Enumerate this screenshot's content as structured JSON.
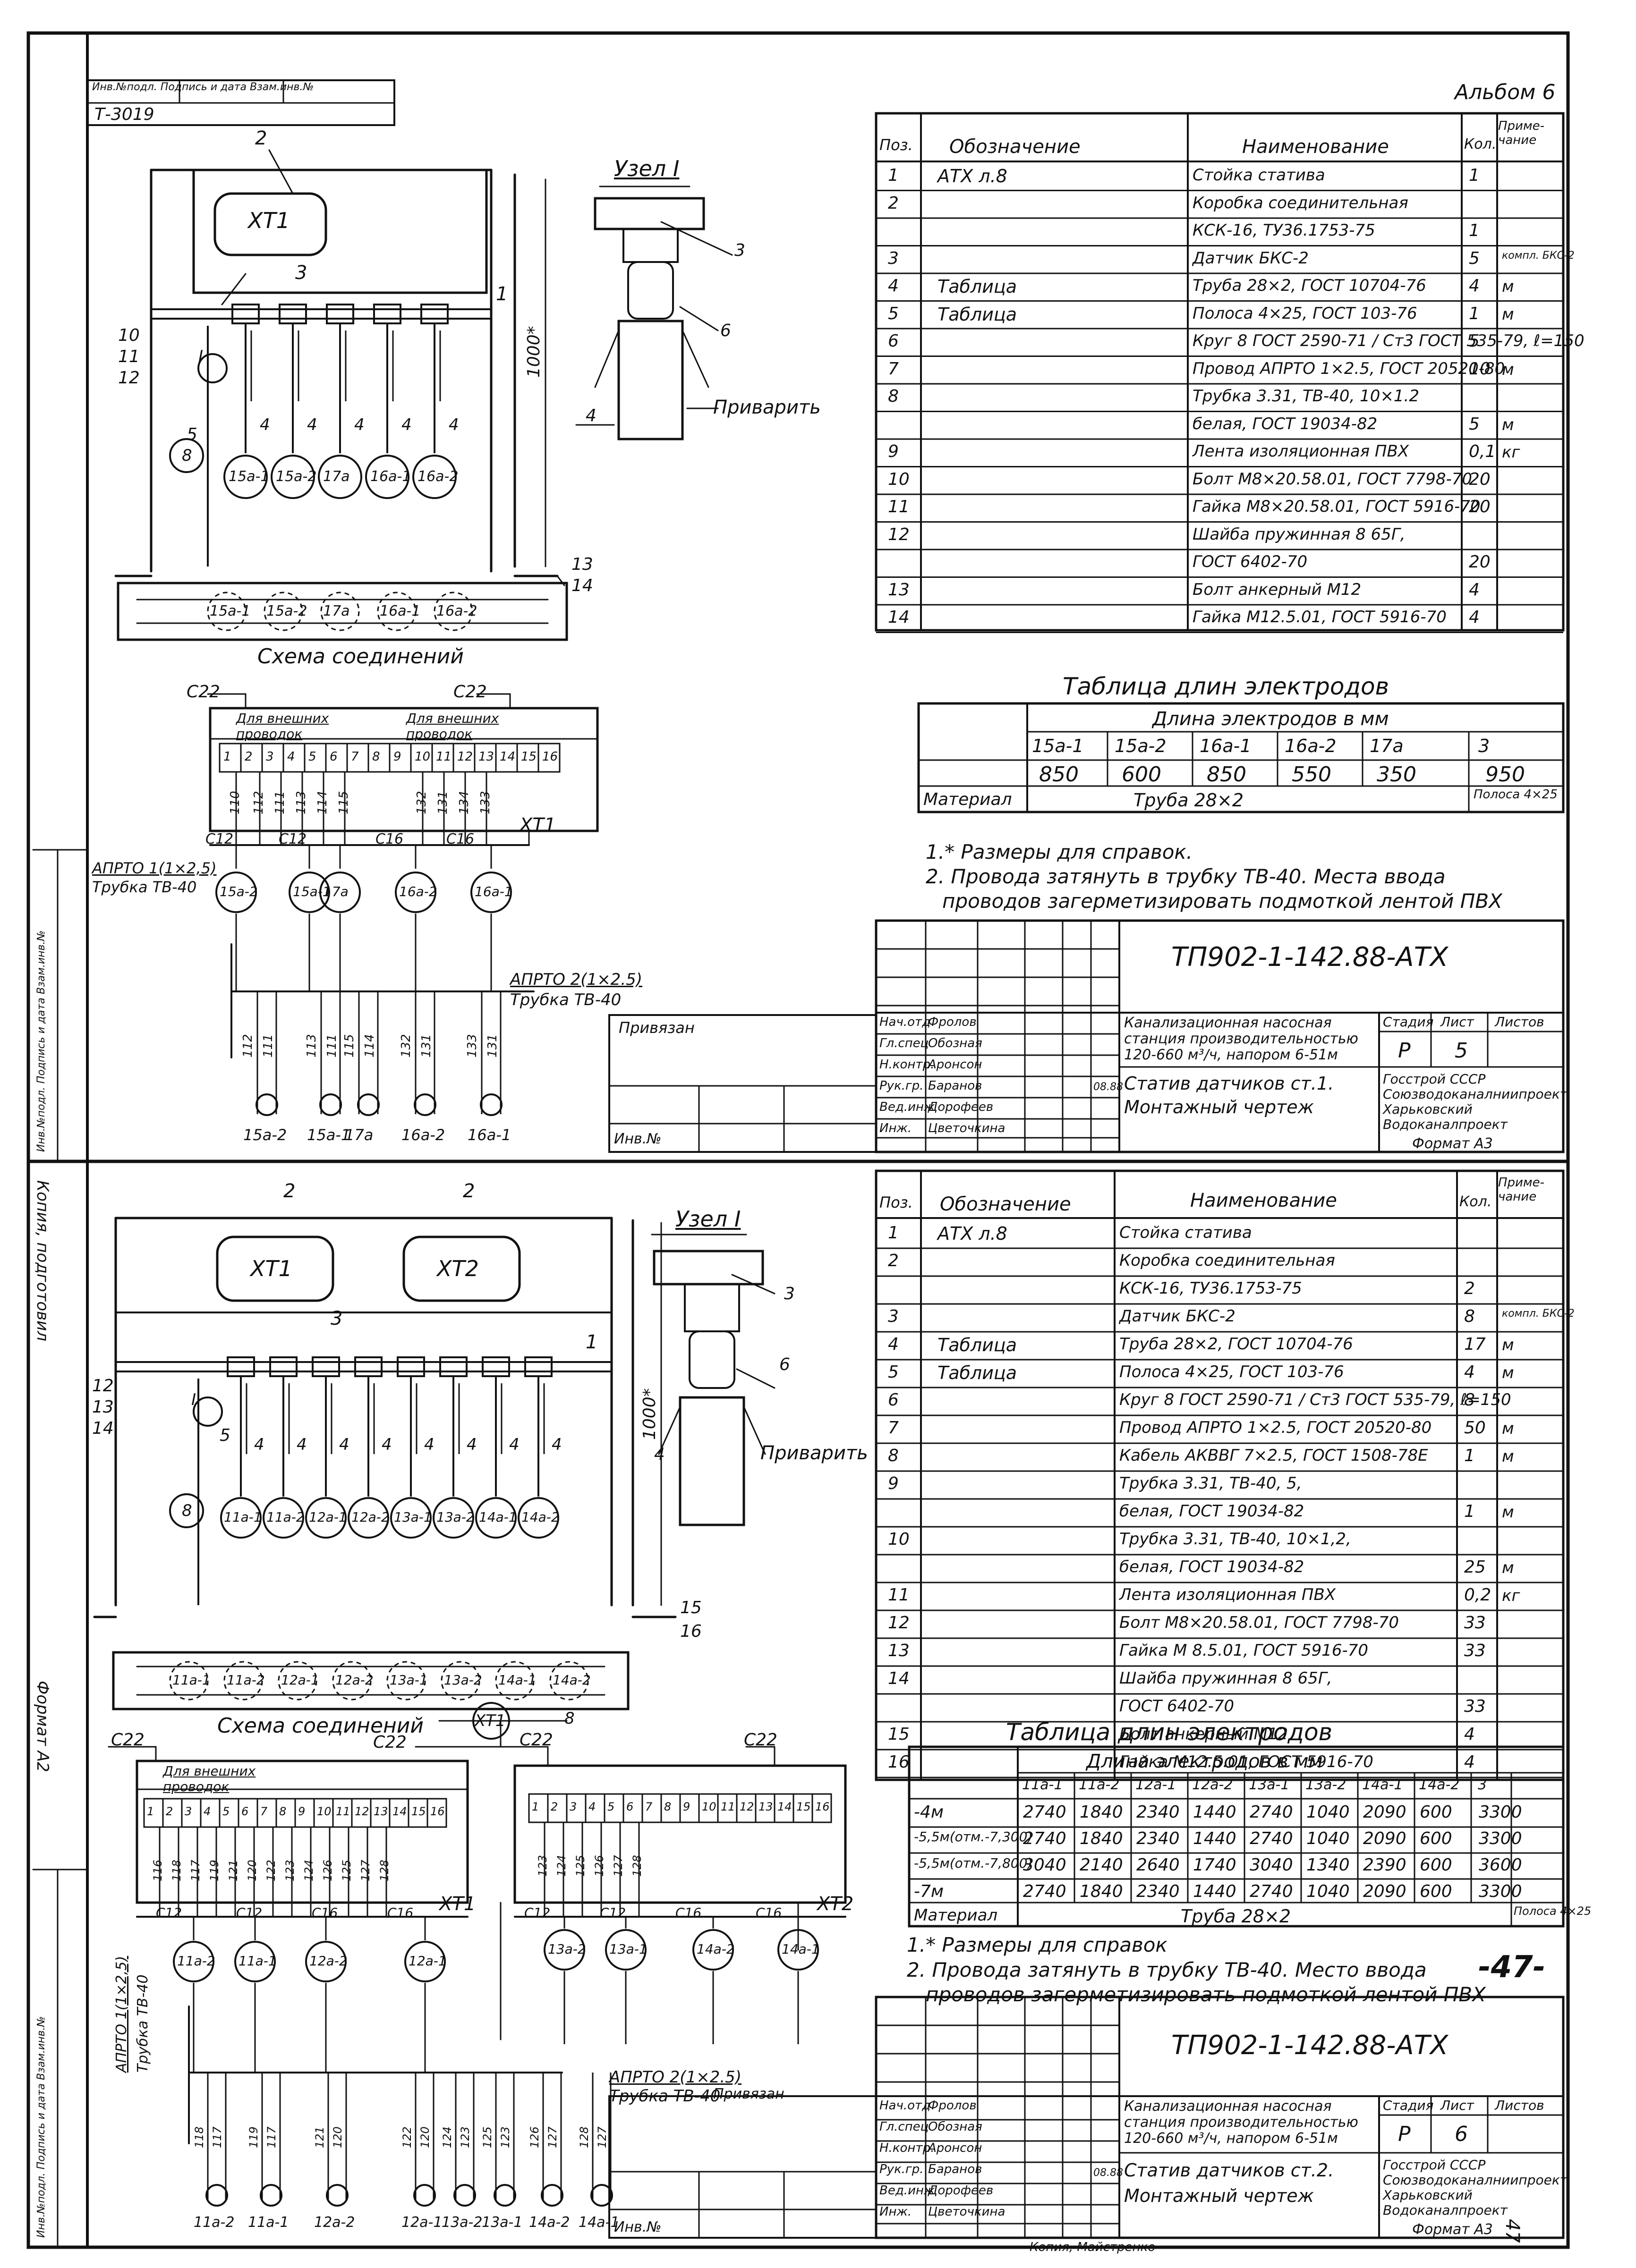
{
  "album": "Альбом 6",
  "sheet_code": "Т-3019",
  "margin_header": "Инв.№подл. Подпись и дата Взам.инв.№",
  "page_number_stamp": "-47-",
  "side_page": "47",
  "side_labels": {
    "kopiya": "Копия, подготовил",
    "format": "Формат А2",
    "inv_top": "Инв.№подл. Подпись и дата Взам.инв.№",
    "inv_bottom": "Инв.№подл. Подпись и дата Взам.инв.№"
  },
  "sheet1": {
    "node_title": "Узел I",
    "weld_note": "Приварить",
    "schema_title": "Схема соединений",
    "dim_1000": "1000*",
    "box_xt1": "XT1",
    "sensors": [
      "15а-1",
      "15а-2",
      "17а",
      "16а-1",
      "16а-2"
    ],
    "bar_sensors": [
      "15а-1",
      "15а-2",
      "17а",
      "16а-1",
      "16а-2"
    ],
    "spec_header": {
      "pos": "Поз.",
      "designation": "Обозначение",
      "name": "Наименование",
      "qty": "Кол.",
      "note": "Приме-чание"
    },
    "spec_rows": [
      {
        "pos": "1",
        "des": "АТХ л.8",
        "name": "Стойка статива",
        "qty": "1",
        "note": ""
      },
      {
        "pos": "2",
        "des": "",
        "name": "Коробка соединительная",
        "qty": "",
        "note": ""
      },
      {
        "pos": "",
        "des": "",
        "name": "КСК-16, ТУ36.1753-75",
        "qty": "1",
        "note": ""
      },
      {
        "pos": "3",
        "des": "",
        "name": "Датчик БКС-2",
        "qty": "5",
        "note": "компл. БКС-2"
      },
      {
        "pos": "4",
        "des": "Таблица",
        "name": "Труба 28×2, ГОСТ 10704-76",
        "qty": "4",
        "note": "м"
      },
      {
        "pos": "5",
        "des": "Таблица",
        "name": "Полоса 4×25, ГОСТ 103-76",
        "qty": "1",
        "note": "м"
      },
      {
        "pos": "6",
        "des": "",
        "name": "Круг 8 ГОСТ 2590-71 / Ст3 ГОСТ 535-79, ℓ=150",
        "qty": "5",
        "note": ""
      },
      {
        "pos": "7",
        "des": "",
        "name": "Провод АПРТО 1×2.5, ГОСТ 20520-80",
        "qty": "10",
        "note": "м"
      },
      {
        "pos": "8",
        "des": "",
        "name": "Трубка 3.31, ТВ-40, 10×1.2",
        "qty": "",
        "note": ""
      },
      {
        "pos": "",
        "des": "",
        "name": "белая, ГОСТ 19034-82",
        "qty": "5",
        "note": "м"
      },
      {
        "pos": "9",
        "des": "",
        "name": "Лента изоляционная ПВХ",
        "qty": "0,1",
        "note": "кг"
      },
      {
        "pos": "10",
        "des": "",
        "name": "Болт М8×20.58.01, ГОСТ 7798-70",
        "qty": "20",
        "note": ""
      },
      {
        "pos": "11",
        "des": "",
        "name": "Гайка М8×20.58.01, ГОСТ 5916-70",
        "qty": "20",
        "note": ""
      },
      {
        "pos": "12",
        "des": "",
        "name": "Шайба пружинная 8 65Г,",
        "qty": "",
        "note": ""
      },
      {
        "pos": "",
        "des": "",
        "name": "ГОСТ 6402-70",
        "qty": "20",
        "note": ""
      },
      {
        "pos": "13",
        "des": "",
        "name": "Болт анкерный М12",
        "qty": "4",
        "note": ""
      },
      {
        "pos": "14",
        "des": "",
        "name": "Гайка М12.5.01, ГОСТ 5916-70",
        "qty": "4",
        "note": ""
      }
    ],
    "electrode_table": {
      "title": "Таблица длин электродов",
      "subheader": "Длина электродов в мм",
      "cols": [
        "15а-1",
        "15а-2",
        "16а-1",
        "16а-2",
        "17а",
        "3"
      ],
      "values": [
        "850",
        "600",
        "850",
        "550",
        "350",
        "950"
      ],
      "material_label": "Материал",
      "material": "Труба 28×2",
      "material_last": "Полоса 4×25"
    },
    "notes": [
      "1.* Размеры для справок.",
      "2. Провода затянуть в трубку ТВ-40. Места ввода",
      "проводов загерметизировать подмоткой лентой ПВХ"
    ],
    "title_block": {
      "code": "ТП902-1-142.88-АТХ",
      "project": "Канализационная насосная станция производительностью 120-660 м³/ч, напором 6-51м",
      "sheet_name": "Статив датчиков ст.1. Монтажный чертеж",
      "stage_label": "Стадия",
      "sheet_label": "Лист",
      "sheets_label": "Листов",
      "stage": "Р",
      "sheet": "5",
      "org": "Госстрой СССР Союзводоканалниипроект Харьковский Водоканалпроект",
      "format": "Формат А3",
      "privyazan": "Привязан",
      "inv": "Инв.№",
      "date": "08.88",
      "roles": [
        {
          "role": "Нач.отд",
          "name": "Фролов"
        },
        {
          "role": "Гл.спец",
          "name": "Обозная"
        },
        {
          "role": "Н.контр.",
          "name": "Аронсон"
        },
        {
          "role": "Рук.гр.",
          "name": "Баранов"
        },
        {
          "role": "Вед.инж",
          "name": "Дорофеев"
        },
        {
          "role": "Инж.",
          "name": "Цветочкина"
        }
      ]
    },
    "wiring": {
      "terminals": [
        "1",
        "2",
        "3",
        "4",
        "5",
        "6",
        "7",
        "8",
        "9",
        "10",
        "11",
        "12",
        "13",
        "14",
        "15",
        "16"
      ],
      "c22_left": "С22",
      "c22_right": "С22",
      "ext_left": "Для внешних проводок",
      "ext_right": "Для внешних проводок",
      "wire_nums": [
        "110",
        "112",
        "111",
        "113",
        "114",
        "115",
        "132",
        "131",
        "134",
        "133"
      ],
      "glands": [
        "С12",
        "С12",
        "С16",
        "С16"
      ],
      "xt1": "XT1",
      "cable_left": "АПРТО 1(1×2,5)",
      "tube_left": "Трубка ТВ-40",
      "cable_right": "АПРТО 2(1×2.5)",
      "tube_right": "Трубка ТВ-40",
      "sensor_circles": [
        "15а-2",
        "15а-1",
        "17а",
        "16а-2",
        "16а-1"
      ],
      "bottom_labels": [
        "15а-2",
        "15а-1",
        "17а",
        "16а-2",
        "16а-1"
      ],
      "bottom_wires": [
        [
          "112",
          "111"
        ],
        [
          "113",
          "111"
        ],
        [
          "115",
          "114"
        ],
        [
          "132",
          "131"
        ],
        [
          "133",
          "131"
        ]
      ]
    }
  },
  "sheet2": {
    "node_title": "Узел I",
    "weld_note": "Приварить",
    "schema_title": "Схема соединений",
    "dim_1000": "1000*",
    "box_xt1": "XT1",
    "box_xt2": "XT2",
    "sensors": [
      "11а-1",
      "11а-2",
      "12а-1",
      "12а-2",
      "13а-1",
      "13а-2",
      "14а-1",
      "14а-2"
    ],
    "bar_sensors": [
      "11а-1",
      "11а-2",
      "12а-1",
      "12а-2",
      "13а-1",
      "13а-2",
      "14а-1",
      "14а-2"
    ],
    "spec_header": {
      "pos": "Поз.",
      "designation": "Обозначение",
      "name": "Наименование",
      "qty": "Кол.",
      "note": "Приме-чание"
    },
    "spec_rows": [
      {
        "pos": "1",
        "des": "АТХ л.8",
        "name": "Стойка статива",
        "qty": "",
        "note": ""
      },
      {
        "pos": "2",
        "des": "",
        "name": "Коробка соединительная",
        "qty": "",
        "note": ""
      },
      {
        "pos": "",
        "des": "",
        "name": "КСК-16, ТУ36.1753-75",
        "qty": "2",
        "note": ""
      },
      {
        "pos": "3",
        "des": "",
        "name": "Датчик БКС-2",
        "qty": "8",
        "note": "компл. БКС-2"
      },
      {
        "pos": "4",
        "des": "Таблица",
        "name": "Труба 28×2, ГОСТ 10704-76",
        "qty": "17",
        "note": "м"
      },
      {
        "pos": "5",
        "des": "Таблица",
        "name": "Полоса 4×25, ГОСТ 103-76",
        "qty": "4",
        "note": "м"
      },
      {
        "pos": "6",
        "des": "",
        "name": "Круг 8 ГОСТ 2590-71 / Ст3 ГОСТ 535-79, ℓ=150",
        "qty": "8",
        "note": ""
      },
      {
        "pos": "7",
        "des": "",
        "name": "Провод АПРТО 1×2.5, ГОСТ 20520-80",
        "qty": "50",
        "note": "м"
      },
      {
        "pos": "8",
        "des": "",
        "name": "Кабель АКВВГ 7×2.5, ГОСТ 1508-78Е",
        "qty": "1",
        "note": "м"
      },
      {
        "pos": "9",
        "des": "",
        "name": "Трубка 3.31, ТВ-40, 5,",
        "qty": "",
        "note": ""
      },
      {
        "pos": "",
        "des": "",
        "name": "белая, ГОСТ 19034-82",
        "qty": "1",
        "note": "м"
      },
      {
        "pos": "10",
        "des": "",
        "name": "Трубка 3.31, ТВ-40, 10×1,2,",
        "qty": "",
        "note": ""
      },
      {
        "pos": "",
        "des": "",
        "name": "белая, ГОСТ 19034-82",
        "qty": "25",
        "note": "м"
      },
      {
        "pos": "11",
        "des": "",
        "name": "Лента изоляционная ПВХ",
        "qty": "0,2",
        "note": "кг"
      },
      {
        "pos": "12",
        "des": "",
        "name": "Болт М8×20.58.01, ГОСТ 7798-70",
        "qty": "33",
        "note": ""
      },
      {
        "pos": "13",
        "des": "",
        "name": "Гайка М 8.5.01, ГОСТ 5916-70",
        "qty": "33",
        "note": ""
      },
      {
        "pos": "14",
        "des": "",
        "name": "Шайба пружинная 8 65Г,",
        "qty": "",
        "note": ""
      },
      {
        "pos": "",
        "des": "",
        "name": "ГОСТ 6402-70",
        "qty": "33",
        "note": ""
      },
      {
        "pos": "15",
        "des": "",
        "name": "Болт анкерный М12",
        "qty": "4",
        "note": ""
      },
      {
        "pos": "16",
        "des": "",
        "name": "Гайка М12.5.01, ГОСТ 5916-70",
        "qty": "4",
        "note": ""
      }
    ],
    "electrode_table": {
      "title": "Таблица длин электродов",
      "subheader": "Длина электродов в мм",
      "cols": [
        "11а-1",
        "11а-2",
        "12а-1",
        "12а-2",
        "13а-1",
        "13а-2",
        "14а-1",
        "14а-2",
        "3"
      ],
      "rows": [
        {
          "label": "-4м",
          "values": [
            "2740",
            "1840",
            "2340",
            "1440",
            "2740",
            "1040",
            "2090",
            "600",
            "3300"
          ]
        },
        {
          "label": "-5,5м(отм.-7,300)",
          "values": [
            "2740",
            "1840",
            "2340",
            "1440",
            "2740",
            "1040",
            "2090",
            "600",
            "3300"
          ]
        },
        {
          "label": "-5,5м(отм.-7,800)",
          "values": [
            "3040",
            "2140",
            "2640",
            "1740",
            "3040",
            "1340",
            "2390",
            "600",
            "3600"
          ]
        },
        {
          "label": "-7м",
          "values": [
            "2740",
            "1840",
            "2340",
            "1440",
            "2740",
            "1040",
            "2090",
            "600",
            "3300"
          ]
        }
      ],
      "material_label": "Материал",
      "material": "Труба 28×2",
      "material_last": "Полоса 4×25"
    },
    "notes": [
      "1.* Размеры для справок",
      "2. Провода затянуть в трубку ТВ-40. Место ввода",
      "проводов загерметизировать подмоткой лентой ПВХ"
    ],
    "title_block": {
      "code": "ТП902-1-142.88-АТХ",
      "project": "Канализационная насосная станция производительностью 120-660 м³/ч, напором 6-51м",
      "sheet_name": "Статив датчиков ст.2. Монтажный чертеж",
      "stage_label": "Стадия",
      "sheet_label": "Лист",
      "sheets_label": "Листов",
      "stage": "Р",
      "sheet": "6",
      "org": "Госстрой СССР Союзводоканалниипроект Харьковский Водоканалпроект",
      "format": "Формат А3",
      "privyazan": "Привязан",
      "inv": "Инв.№",
      "date": "08.88",
      "copy_note": "Копия, Майстренко",
      "roles": [
        {
          "role": "Нач.отд",
          "name": "Фролов"
        },
        {
          "role": "Гл.спец",
          "name": "Обозная"
        },
        {
          "role": "Н.контр.",
          "name": "Аронсон"
        },
        {
          "role": "Рук.гр.",
          "name": "Баранов"
        },
        {
          "role": "Вед.инж",
          "name": "Дорофеев"
        },
        {
          "role": "Инж.",
          "name": "Цветочкина"
        }
      ]
    },
    "wiring": {
      "terminals": [
        "1",
        "2",
        "3",
        "4",
        "5",
        "6",
        "7",
        "8",
        "9",
        "10",
        "11",
        "12",
        "13",
        "14",
        "15",
        "16"
      ],
      "c22": "С22",
      "xt1_circle": "XT1",
      "c22b": "С22",
      "num8": "8",
      "ext": "Для внешних проводок",
      "xt1": "XT1",
      "xt2": "XT2",
      "wire_left": [
        "116",
        "118",
        "117",
        "119",
        "121",
        "120",
        "122",
        "123",
        "124",
        "126",
        "125",
        "127",
        "128"
      ],
      "wire_right": [
        "123",
        "124",
        "125",
        "126",
        "127",
        "128"
      ],
      "glands_left": [
        "С12",
        "С12",
        "С16",
        "С16"
      ],
      "glands_right": [
        "С12",
        "С12",
        "С16",
        "С16"
      ],
      "circles_left": [
        "11а-2",
        "11а-1",
        "12а-2",
        "12а-1"
      ],
      "circles_right": [
        "13а-2",
        "13а-1",
        "14а-2",
        "14а-1"
      ],
      "cable_left": "АПРТО 1(1×2,5)",
      "tube_left": "Трубка ТВ-40",
      "cable_right": "АПРТО 2(1×2.5)",
      "tube_right": "Трубка ТВ-40",
      "bottom_labels": [
        "11а-2",
        "11а-1",
        "12а-2",
        "12а-1",
        "13а-2",
        "13а-1",
        "14а-2",
        "14а-1"
      ],
      "bottom_wires": [
        [
          "118",
          "117"
        ],
        [
          "119",
          "117"
        ],
        [
          "121",
          "120"
        ],
        [
          "122",
          "120"
        ],
        [
          "124",
          "123"
        ],
        [
          "125",
          "123"
        ],
        [
          "126",
          "127"
        ],
        [
          "128",
          "127"
        ]
      ]
    }
  }
}
